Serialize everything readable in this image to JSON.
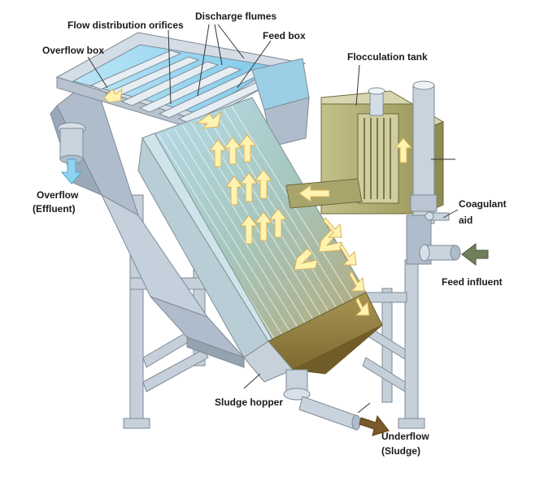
{
  "labels": {
    "flow_distribution_orifices": "Flow distribution orifices",
    "discharge_flumes": "Discharge flumes",
    "feed_box": "Feed box",
    "overflow_box": "Overflow box",
    "flocculation_tank": "Flocculation tank",
    "overflow": "Overflow",
    "effluent": "(Effluent)",
    "coagulant": "Coagulant",
    "aid": "aid",
    "feed_influent": "Feed influent",
    "sludge_hopper": "Sludge hopper",
    "underflow": "Underflow",
    "sludge": "(Sludge)"
  },
  "colors": {
    "frame": "#bcc8d4",
    "frame_dark": "#8e9aa6",
    "water": "#9ed6ee",
    "plates": "#a9c9c9",
    "olive": "#a8a56a",
    "sludge": "#8f7a3c",
    "arrow_fill": "#fff3b0",
    "arrow_stroke": "#d9b25a",
    "effluent_arrow": "#8fd3f0",
    "feed_arrow": "#6f7f5a",
    "sludge_arrow": "#7a5a2a",
    "leader": "#333333"
  }
}
